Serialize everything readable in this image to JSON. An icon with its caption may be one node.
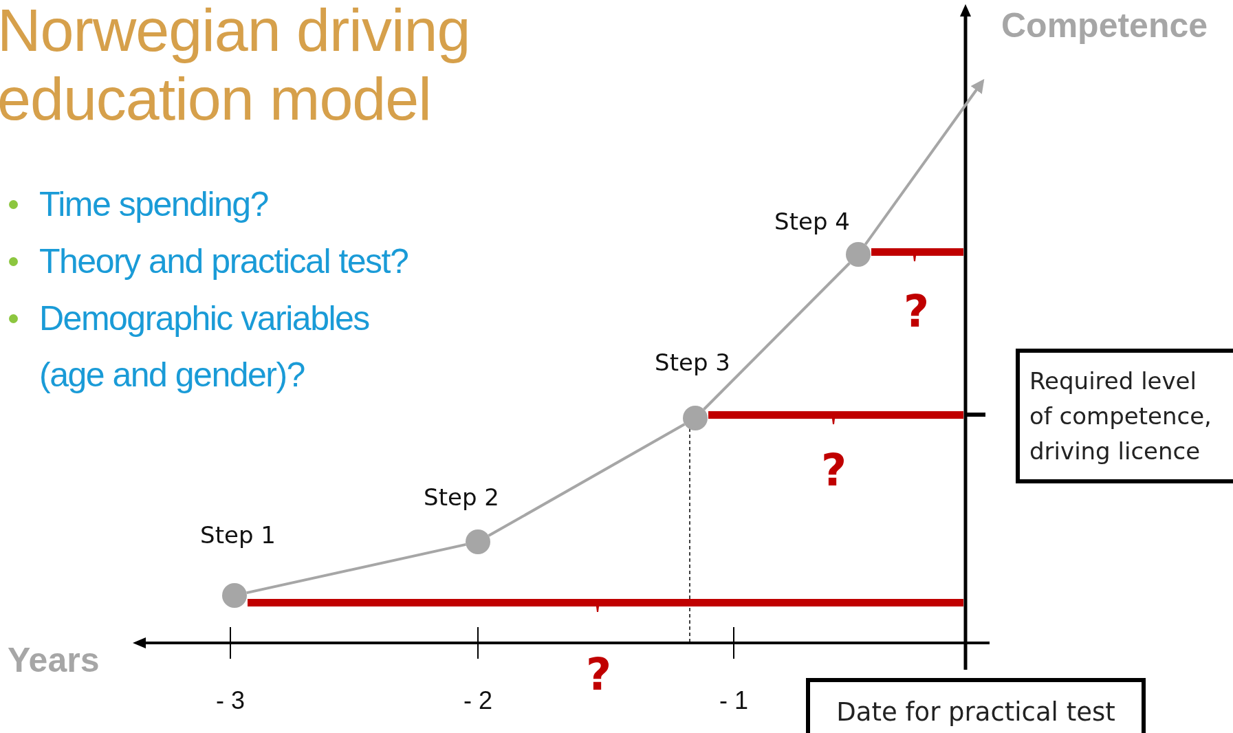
{
  "diagram": {
    "title": "Norwegian driving education model",
    "nodes": [
      {
        "text": [],
        "shape": "circle",
        "beside": [
          "Step 1"
        ]
      },
      {
        "text": [],
        "shape": "circle",
        "beside": [
          "Step 2"
        ]
      },
      {
        "text": [],
        "shape": "circle",
        "beside": [
          "Step 3"
        ]
      },
      {
        "text": [],
        "shape": "circle",
        "beside": [
          "Step 4"
        ]
      },
      {
        "text": [
          "Required level of competence, driving licence"
        ]
      },
      {
        "text": [
          "Date for practical test"
        ]
      },
      {
        "text": [],
        "shape": "bracket"
      },
      {
        "text": [],
        "shape": "bracket"
      },
      {
        "text": [],
        "shape": "bracket"
      }
    ],
    "edges": [
      {
        "from": 0,
        "to": 1,
        "arrow": "none"
      },
      {
        "from": 1,
        "to": 2,
        "arrow": "none"
      },
      {
        "from": 2,
        "to": 3,
        "arrow": "none"
      },
      {
        "from": 3,
        "to": null,
        "arrow": "to"
      }
    ],
    "labels": [
      "Time spending?",
      "Theory and practical test?",
      "Demographic variables (age and gender)?",
      "Competence",
      "?",
      "?",
      "Years",
      "?",
      "- 3",
      "- 2",
      "- 1"
    ]
  }
}
